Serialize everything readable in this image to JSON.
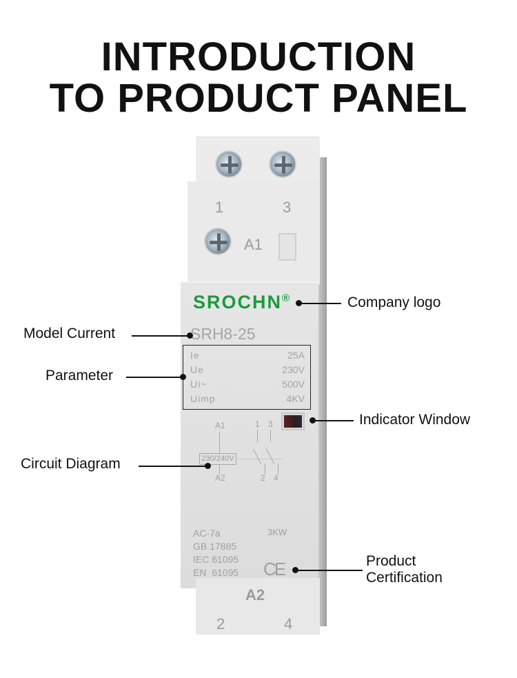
{
  "heading": {
    "line1": "INTRODUCTION",
    "line2": "TO PRODUCT PANEL"
  },
  "device": {
    "top_terminals": [
      "1",
      "3"
    ],
    "coil_terminal_top": "A1",
    "bottom_terminals": [
      "2",
      "4"
    ],
    "coil_terminal_bottom": "A2",
    "brand": "SROCHN",
    "brand_mark": "®",
    "brand_color": "#1a9a3e",
    "model": "SRH8-25",
    "parameters": [
      {
        "key": "Ie",
        "value": "25A"
      },
      {
        "key": "Ue",
        "value": "230V"
      },
      {
        "key": "Ui~",
        "value": "500V"
      },
      {
        "key": "Uimp",
        "value": "4KV"
      }
    ],
    "circuit": {
      "a1": "A1",
      "a2": "A2",
      "coil_voltage": "230/240V",
      "contacts_top": [
        "1",
        "3"
      ],
      "contacts_bottom": [
        "2",
        "4"
      ]
    },
    "standards": [
      "AC-7a",
      "GB 17885",
      "IEC 61095",
      "EN  61095"
    ],
    "power": "3KW",
    "certification_mark": "CE"
  },
  "annotations": {
    "company_logo": "Company logo",
    "model_current": "Model Current",
    "parameter": "Parameter",
    "indicator_window": "Indicator Window",
    "circuit_diagram": "Circuit Diagram",
    "product_certification_1": "Product",
    "product_certification_2": "Certification"
  }
}
